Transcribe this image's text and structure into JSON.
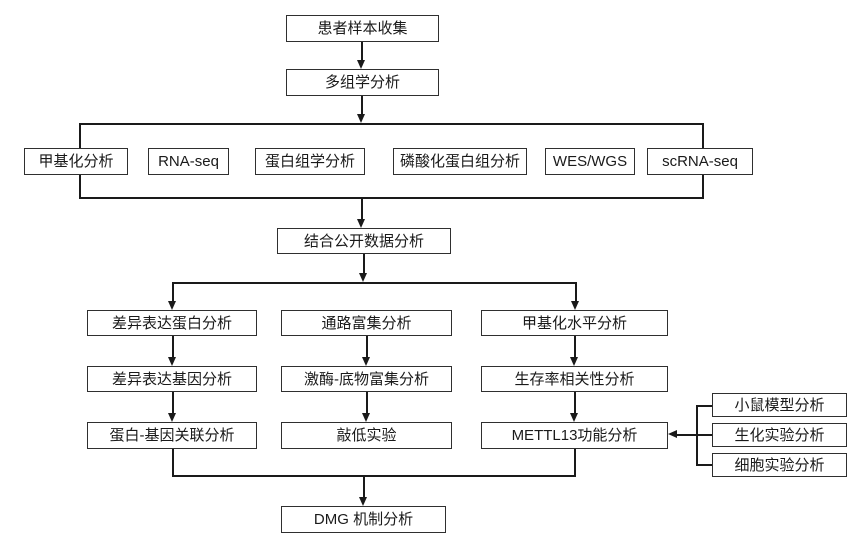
{
  "flowchart": {
    "colors": {
      "background": "#ffffff",
      "box_border": "#2f2f2f",
      "line": "#1a1a1a",
      "text": "#1a1a1a"
    },
    "nodes": {
      "patient_sample": {
        "label": "患者样本收集"
      },
      "multi_omics": {
        "label": "多组学分析"
      },
      "methylation": {
        "label": "甲基化分析"
      },
      "rna_seq": {
        "label": "RNA-seq"
      },
      "proteomics": {
        "label": "蛋白组学分析"
      },
      "phospho_proteome": {
        "label": "磷酸化蛋白组分析"
      },
      "wes_wgs": {
        "label": "WES/WGS"
      },
      "scrna_seq": {
        "label": "scRNA-seq"
      },
      "public_data": {
        "label": "结合公开数据分析"
      },
      "diff_protein": {
        "label": "差异表达蛋白分析"
      },
      "pathway_enrich": {
        "label": "通路富集分析"
      },
      "methyl_level": {
        "label": "甲基化水平分析"
      },
      "diff_gene": {
        "label": "差异表达基因分析"
      },
      "kinase_substrate": {
        "label": "激酶-底物富集分析"
      },
      "survival_corr": {
        "label": "生存率相关性分析"
      },
      "protein_gene": {
        "label": "蛋白-基因关联分析"
      },
      "knockdown": {
        "label": "敲低实验"
      },
      "mettl13_func": {
        "label": "METTL13功能分析"
      },
      "mouse_model": {
        "label": "小鼠模型分析"
      },
      "biochem_exp": {
        "label": "生化实验分析"
      },
      "cell_exp": {
        "label": "细胞实验分析"
      },
      "dmg_mechanism": {
        "label": "DMG 机制分析"
      }
    },
    "edges": [
      {
        "from": "patient_sample",
        "to": "multi_omics"
      },
      {
        "from": "multi_omics",
        "to": "omics_group(甲基化分析,RNA-seq,蛋白组学分析,磷酸化蛋白组分析,WES/WGS,scRNA-seq)"
      },
      {
        "from": "omics_group",
        "to": "public_data"
      },
      {
        "from": "public_data",
        "to": "diff_protein"
      },
      {
        "from": "public_data",
        "to": "methyl_level"
      },
      {
        "from": "diff_protein",
        "to": "diff_gene"
      },
      {
        "from": "diff_gene",
        "to": "protein_gene"
      },
      {
        "from": "pathway_enrich",
        "to": "kinase_substrate"
      },
      {
        "from": "kinase_substrate",
        "to": "knockdown"
      },
      {
        "from": "methyl_level",
        "to": "survival_corr"
      },
      {
        "from": "survival_corr",
        "to": "mettl13_func"
      },
      {
        "from": "mouse_model",
        "to": "mettl13_func"
      },
      {
        "from": "biochem_exp",
        "to": "mettl13_func"
      },
      {
        "from": "cell_exp",
        "to": "mettl13_func"
      },
      {
        "from": "protein_gene",
        "to": "dmg_mechanism"
      },
      {
        "from": "mettl13_func",
        "to": "dmg_mechanism"
      }
    ]
  }
}
